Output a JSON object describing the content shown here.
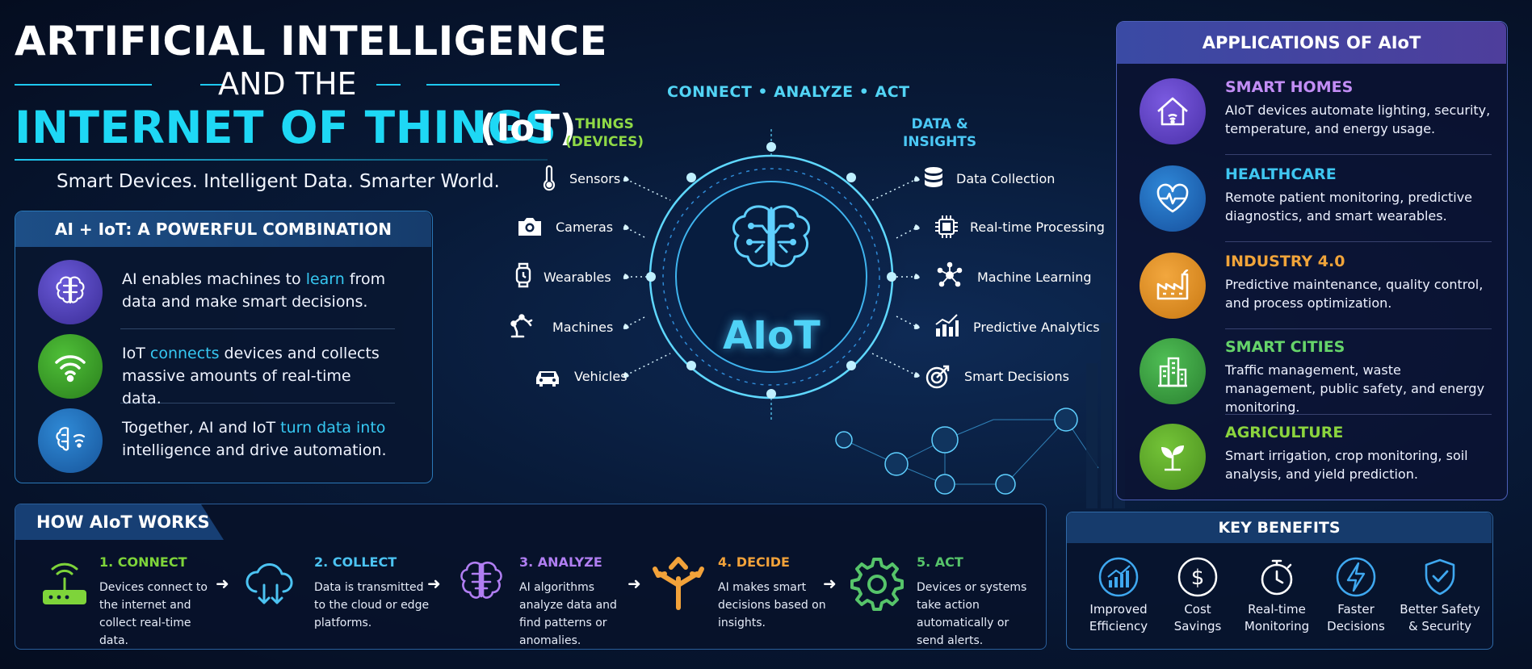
{
  "title": {
    "line1": "ARTIFICIAL INTELLIGENCE",
    "line2": "AND THE",
    "line3": "INTERNET OF THINGS",
    "line3_abbr": "(IoT)",
    "subtitle": "Smart Devices. Intelligent Data. Smarter World."
  },
  "combination": {
    "heading": "AI + IoT: A POWERFUL COMBINATION",
    "items": [
      {
        "pre": "AI enables machines to ",
        "highlight": "learn",
        "post": " from data and make smart decisions.",
        "icon": "brain-icon",
        "color": "#4b3fb0"
      },
      {
        "pre": "IoT ",
        "highlight": "connects",
        "post": " devices and collects massive amounts of real-time data.",
        "icon": "wifi-icon",
        "color": "#3f9a2c"
      },
      {
        "pre": "Together, AI and IoT ",
        "highlight": "turn data into",
        "post": " intelligence and drive automation.",
        "icon": "brain-wifi-icon",
        "color": "#1e6eb8"
      }
    ]
  },
  "hub": {
    "caption": "CONNECT • ANALYZE • ACT",
    "center_label": "AIoT",
    "things_heading_1": "THINGS",
    "things_heading_2": "(DEVICES)",
    "insights_heading_1": "DATA &",
    "insights_heading_2": "INSIGHTS",
    "devices": [
      {
        "label": "Sensors",
        "icon": "thermometer-icon"
      },
      {
        "label": "Cameras",
        "icon": "camera-icon"
      },
      {
        "label": "Wearables",
        "icon": "smartwatch-icon"
      },
      {
        "label": "Machines",
        "icon": "robot-arm-icon"
      },
      {
        "label": "Vehicles",
        "icon": "car-icon"
      }
    ],
    "insights": [
      {
        "label": "Data Collection",
        "icon": "database-icon"
      },
      {
        "label": "Real-time Processing",
        "icon": "chip-icon"
      },
      {
        "label": "Machine Learning",
        "icon": "network-icon"
      },
      {
        "label": "Predictive Analytics",
        "icon": "bar-chart-icon"
      },
      {
        "label": "Smart Decisions",
        "icon": "target-icon"
      }
    ]
  },
  "applications": {
    "heading": "APPLICATIONS OF AIoT",
    "items": [
      {
        "title": "SMART HOMES",
        "desc": "AIoT devices automate lighting, security, temperature, and energy usage.",
        "title_color": "#c28df5",
        "circle_color": "#5a3fc0",
        "icon": "house-icon"
      },
      {
        "title": "HEALTHCARE",
        "desc": "Remote patient monitoring, predictive diagnostics, and smart wearables.",
        "title_color": "#3fc6f0",
        "circle_color": "#1f6cbf",
        "icon": "heart-icon"
      },
      {
        "title": "INDUSTRY 4.0",
        "desc": "Predictive maintenance, quality control, and process optimization.",
        "title_color": "#f0a43a",
        "circle_color": "#e3902a",
        "icon": "factory-icon"
      },
      {
        "title": "SMART CITIES",
        "desc": "Traffic management, waste management, public safety, and energy monitoring.",
        "title_color": "#66d46a",
        "circle_color": "#3ea845",
        "icon": "city-icon"
      },
      {
        "title": "AGRICULTURE",
        "desc": "Smart irrigation, crop monitoring, soil analysis, and yield prediction.",
        "title_color": "#8bd43e",
        "circle_color": "#5ca52a",
        "icon": "plant-icon"
      }
    ]
  },
  "how": {
    "heading": "HOW AIoT WORKS",
    "steps": [
      {
        "title": "1. CONNECT",
        "desc": "Devices connect to the internet and collect real-time data.",
        "color": "#7ed43a",
        "icon": "router-icon"
      },
      {
        "title": "2. COLLECT",
        "desc": "Data is transmitted to the cloud or edge platforms.",
        "color": "#4cc3f2",
        "icon": "cloud-icon"
      },
      {
        "title": "3. ANALYZE",
        "desc": "AI algorithms analyze data and find patterns or anomalies.",
        "color": "#b07ef2",
        "icon": "brain-icon"
      },
      {
        "title": "4. DECIDE",
        "desc": "AI makes smart decisions based on insights.",
        "color": "#f2a23a",
        "icon": "split-arrow-icon"
      },
      {
        "title": "5. ACT",
        "desc": "Devices or systems take action automatically or send alerts.",
        "color": "#56c46a",
        "icon": "gear-icon"
      }
    ]
  },
  "benefits": {
    "heading": "KEY BENEFITS",
    "items": [
      {
        "line1": "Improved",
        "line2": "Efficiency",
        "icon": "chart-up-icon"
      },
      {
        "line1": "Cost",
        "line2": "Savings",
        "icon": "dollar-icon"
      },
      {
        "line1": "Real-time",
        "line2": "Monitoring",
        "icon": "stopwatch-icon"
      },
      {
        "line1": "Faster",
        "line2": "Decisions",
        "icon": "lightning-icon"
      },
      {
        "line1": "Better Safety",
        "line2": "& Security",
        "icon": "shield-icon"
      }
    ]
  }
}
